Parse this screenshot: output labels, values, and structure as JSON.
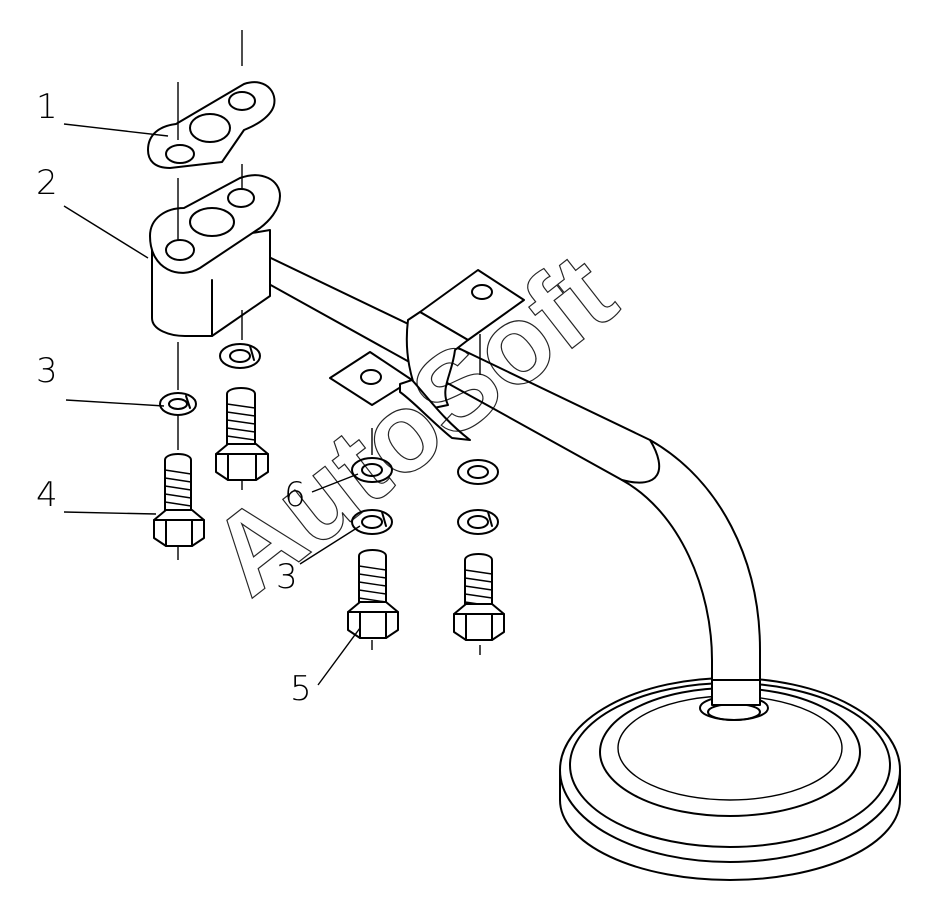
{
  "callouts": {
    "c1": "1",
    "c2": "2",
    "c3a": "3",
    "c4": "4",
    "c6": "6",
    "c3b": "3",
    "c5": "5"
  },
  "watermark": "AutoSoft",
  "colors": {
    "line": "#000000",
    "background": "#ffffff"
  }
}
